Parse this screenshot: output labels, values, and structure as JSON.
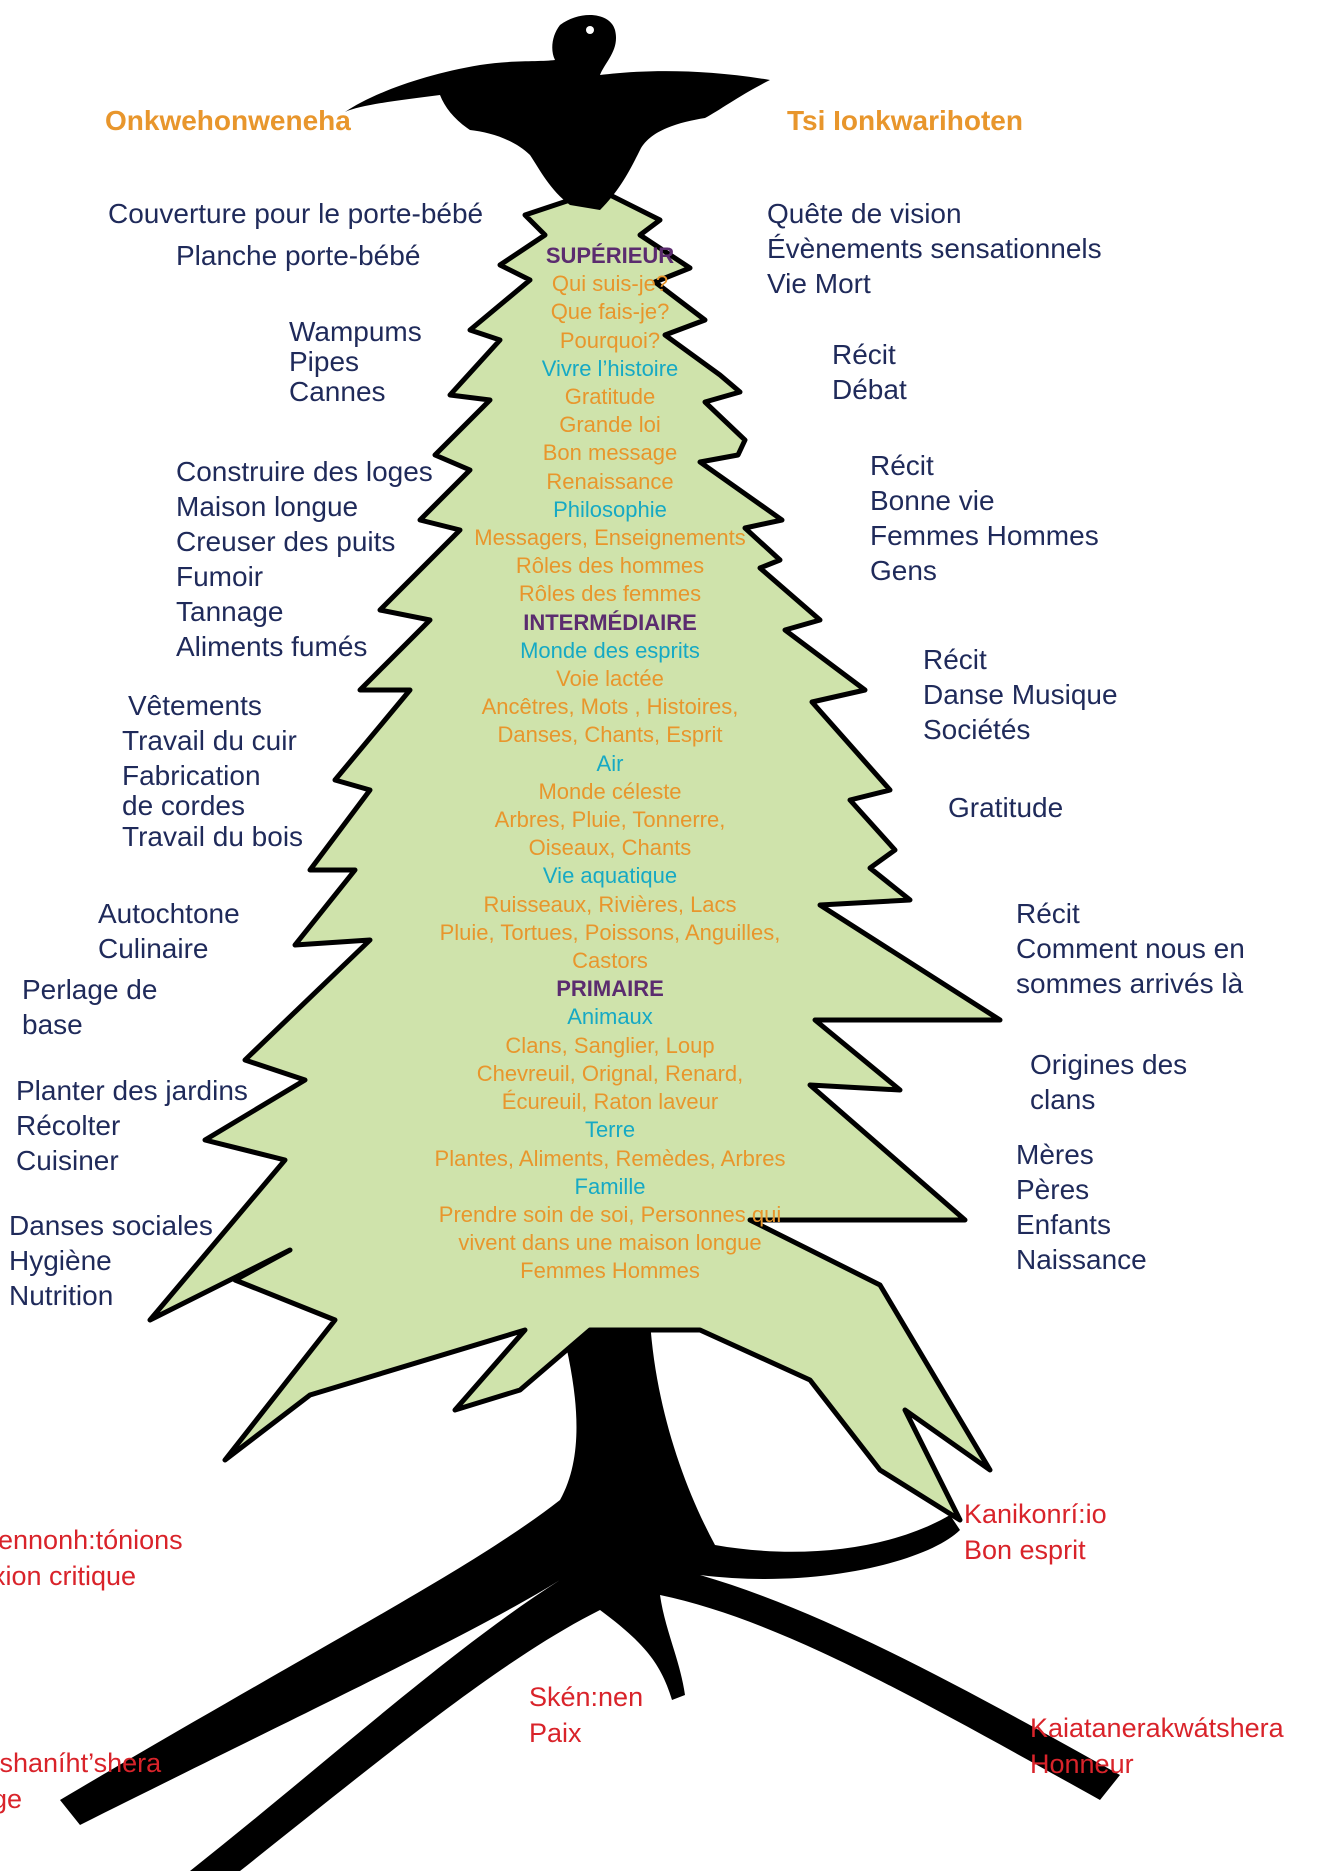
{
  "header": {
    "left": "Onkwehonweneha",
    "right": "Tsi Ionkwarihoten"
  },
  "center": [
    {
      "t": "SUPÉRIEUR",
      "k": "lv"
    },
    {
      "t": "Qui suis-je?",
      "k": "ot"
    },
    {
      "t": "Que fais-je?",
      "k": "ot"
    },
    {
      "t": "Pourquoi?",
      "k": "ot"
    },
    {
      "t": "Vivre l’histoire",
      "k": "ct"
    },
    {
      "t": "Gratitude",
      "k": "ot"
    },
    {
      "t": "Grande loi",
      "k": "ot"
    },
    {
      "t": "Bon message",
      "k": "ot"
    },
    {
      "t": "Renaissance",
      "k": "ot"
    },
    {
      "t": "Philosophie",
      "k": "ct"
    },
    {
      "t": "Messagers, Enseignements",
      "k": "ot"
    },
    {
      "t": "Rôles des hommes",
      "k": "ot"
    },
    {
      "t": "Rôles des femmes",
      "k": "ot"
    },
    {
      "t": "INTERMÉDIAIRE",
      "k": "lv"
    },
    {
      "t": "Monde des esprits",
      "k": "ct"
    },
    {
      "t": "Voie lactée",
      "k": "ot"
    },
    {
      "t": "Ancêtres, Mots , Histoires,",
      "k": "ot"
    },
    {
      "t": "Danses, Chants, Esprit",
      "k": "ot"
    },
    {
      "t": "Air",
      "k": "ct"
    },
    {
      "t": "Monde céleste",
      "k": "ot"
    },
    {
      "t": "Arbres, Pluie, Tonnerre,",
      "k": "ot"
    },
    {
      "t": "Oiseaux, Chants",
      "k": "ot"
    },
    {
      "t": "Vie aquatique",
      "k": "ct"
    },
    {
      "t": "Ruisseaux, Rivières, Lacs",
      "k": "ot"
    },
    {
      "t": "Pluie, Tortues, Poissons,  Anguilles,",
      "k": "ot"
    },
    {
      "t": "Castors",
      "k": "ot"
    },
    {
      "t": "PRIMAIRE",
      "k": "lv"
    },
    {
      "t": "Animaux",
      "k": "ct"
    },
    {
      "t": "Clans, Sanglier, Loup",
      "k": "ot"
    },
    {
      "t": "Chevreuil, Orignal, Renard,",
      "k": "ot"
    },
    {
      "t": "Écureuil, Raton laveur",
      "k": "ot"
    },
    {
      "t": "Terre",
      "k": "ct"
    },
    {
      "t": "Plantes, Aliments, Remèdes, Arbres",
      "k": "ot"
    },
    {
      "t": "Famille",
      "k": "ct"
    },
    {
      "t": "Prendre soin de soi, Personnes qui",
      "k": "ot"
    },
    {
      "t": "vivent dans une maison longue",
      "k": "ot"
    },
    {
      "t": "Femmes Hommes",
      "k": "ot"
    }
  ],
  "left": [
    [
      "Couverture pour le porte-bébé"
    ],
    [
      "Planche porte-bébé"
    ],
    [
      "Wampums",
      "Pipes",
      "Cannes"
    ],
    [
      "Construire des loges",
      "Maison longue",
      "Creuser des puits",
      "Fumoir",
      "Tannage",
      "Aliments fumés"
    ],
    [
      "Vêtements",
      "Travail du cuir",
      "Fabrication",
      "de cordes",
      "Travail du bois"
    ],
    [
      "Autochtone",
      "Culinaire"
    ],
    [
      "Perlage de",
      "base"
    ],
    [
      "Planter des jardins",
      "Récolter",
      "Cuisiner"
    ],
    [
      "Danses sociales",
      "Hygiène",
      "Nutrition"
    ]
  ],
  "right": [
    [
      "Quête de vision",
      "Évènements sensationnels",
      "Vie Mort"
    ],
    [
      "Récit",
      "Débat"
    ],
    [
      "Récit",
      "Bonne vie",
      "Femmes Hommes",
      "Gens"
    ],
    [
      "Récit",
      "Danse Musique",
      "Sociétés"
    ],
    [
      "Gratitude"
    ],
    [
      "Récit",
      "Comment nous en",
      "sommes arrivés là"
    ],
    [
      "Origines des",
      "clans"
    ],
    [
      "Mères",
      "Pères",
      "Enfants",
      "Naissance"
    ]
  ],
  "roots": [
    [
      "iennonh:tónions",
      "xion critique"
    ],
    [
      "Kanikonrí:io",
      "Bon esprit"
    ],
    [
      "Skén:nen",
      "Paix"
    ],
    [
      "Kaiatanerakwátshera",
      "Honneur"
    ],
    [
      "tshaníht’shera",
      "ge"
    ]
  ],
  "colors": {
    "tree_fill": "#cfe3ab",
    "silhouette": "#000000",
    "heading": "#e8962c",
    "side_text": "#1f2a5a",
    "roots_text": "#d9232a",
    "level": "#5b2c6f",
    "category": "#16a9c4",
    "item": "#e8962c"
  }
}
